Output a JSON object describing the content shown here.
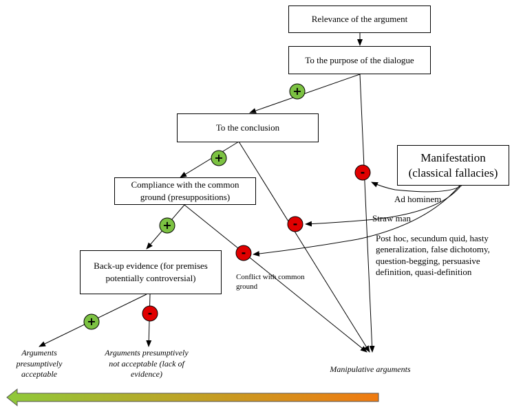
{
  "boxes": {
    "relevance": "Relevance of the argument",
    "purpose": "To the purpose of the dialogue",
    "conclusion": "To the conclusion",
    "common_ground": "Compliance with the common ground (presuppositions)",
    "backup": "Back-up evidence (for premises potentially controversial)",
    "manifestation": "Manifestation (classical fallacies)"
  },
  "fallacies": {
    "ad_hominem": "Ad hominem",
    "straw_man": "Straw man",
    "others": "Post hoc, secundum quid, hasty generalization, false dichotomy, question-begging, persuasive definition, quasi-definition"
  },
  "labels": {
    "conflict": "Conflict with common ground"
  },
  "outcomes": {
    "acceptable": "Arguments presumptively acceptable",
    "not_acceptable": "Arguments presumptively not acceptable (lack of evidence)",
    "manipulative": "Manipulative arguments"
  },
  "markers": {
    "plus": "+",
    "minus": "-"
  },
  "colors": {
    "positive": "#7cc242",
    "negative": "#e00000",
    "gradient_start": "#8fc93a",
    "gradient_end": "#f07a10"
  }
}
